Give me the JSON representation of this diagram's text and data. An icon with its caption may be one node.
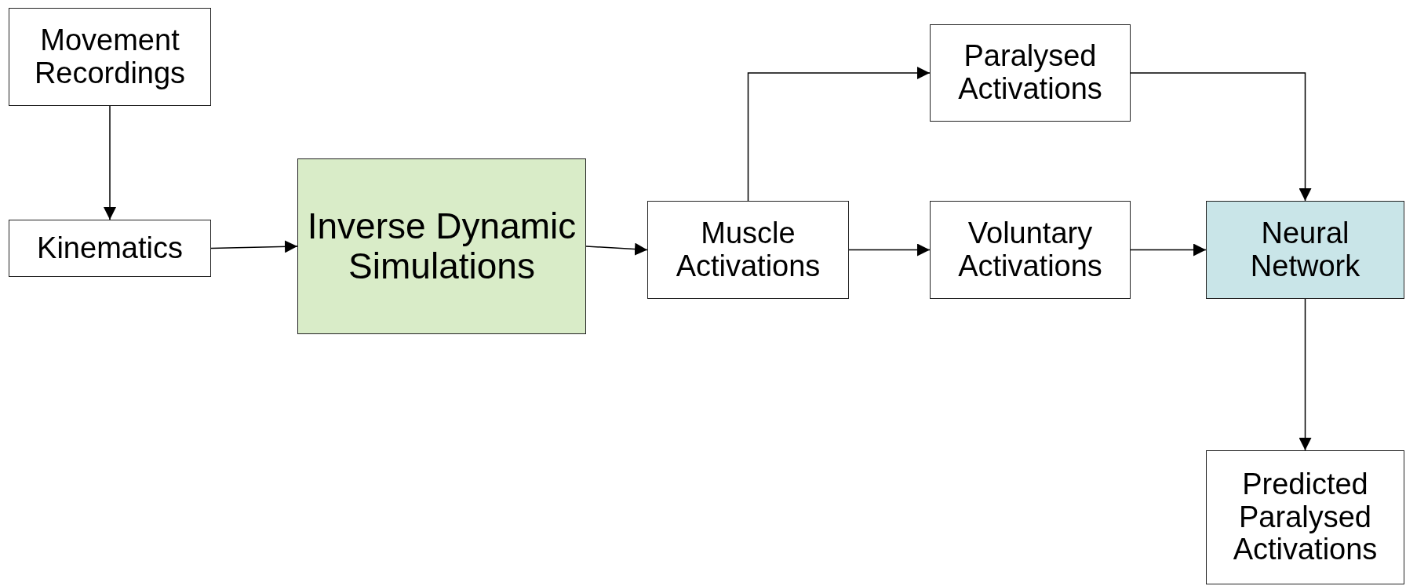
{
  "diagram": {
    "nodes": [
      {
        "text": [
          "Movement Recordings"
        ]
      },
      {
        "text": [
          "Kinematics"
        ]
      },
      {
        "text": [
          "Inverse Dynamic Simulations"
        ]
      },
      {
        "text": [
          "Muscle Activations"
        ]
      },
      {
        "text": [
          "Paralysed Activations"
        ]
      },
      {
        "text": [
          "Voluntary Activations"
        ]
      },
      {
        "text": [
          "Neural Network"
        ]
      },
      {
        "text": [
          "Predicted Paralysed Activations"
        ]
      }
    ],
    "edges": [
      {
        "from": 0,
        "to": 1,
        "arrow": "to"
      },
      {
        "from": 1,
        "to": 2,
        "arrow": "to"
      },
      {
        "from": 2,
        "to": 3,
        "arrow": "to"
      },
      {
        "from": 3,
        "to": 4,
        "arrow": "to"
      },
      {
        "from": 3,
        "to": 5,
        "arrow": "to"
      },
      {
        "from": 4,
        "to": 6,
        "arrow": "to"
      },
      {
        "from": 5,
        "to": 6,
        "arrow": "to"
      },
      {
        "from": 6,
        "to": 7,
        "arrow": "to"
      }
    ]
  }
}
